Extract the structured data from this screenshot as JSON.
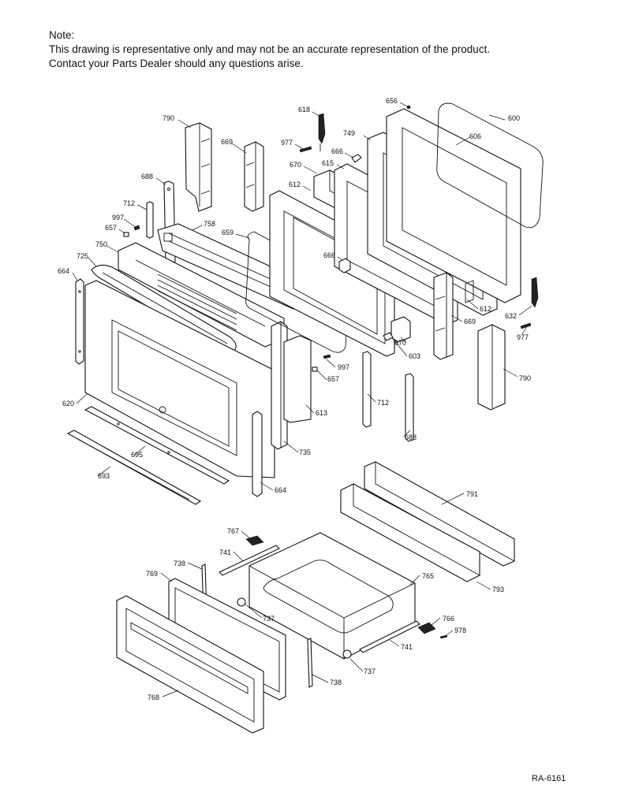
{
  "note": {
    "heading": "Note:",
    "line1": "This drawing is representative only and may not be an accurate representation of the product.",
    "line2": "Contact your Parts Dealer should any questions arise."
  },
  "doc_id": "RA-6161",
  "labels": {
    "p790a": "790",
    "p669a": "669",
    "p618": "618",
    "p656": "656",
    "p600": "600",
    "p977a": "977",
    "p749": "749",
    "p606": "606",
    "p666a": "666",
    "p670a": "670",
    "p615": "615",
    "p688a": "688",
    "p612a": "612",
    "p712a": "712",
    "p997a": "997",
    "p657a": "657",
    "p758": "758",
    "p659": "659",
    "p750": "750",
    "p725": "725",
    "p664a": "664",
    "p666b": "666",
    "p612b": "612",
    "p632": "632",
    "p669b": "669",
    "p977b": "977",
    "p670b": "670",
    "p603": "603",
    "p790b": "790",
    "p997b": "997",
    "p657b": "657",
    "p620": "620",
    "p712b": "712",
    "p613": "613",
    "p688b": "688",
    "p735": "735",
    "p695": "695",
    "p693": "693",
    "p664b": "664",
    "p791": "791",
    "p767": "767",
    "p741a": "741",
    "p738a": "738",
    "p769": "769",
    "p765": "765",
    "p793": "793",
    "p737a": "737",
    "p766": "766",
    "p978": "978",
    "p741b": "741",
    "p737b": "737",
    "p738b": "738",
    "p768": "768"
  }
}
